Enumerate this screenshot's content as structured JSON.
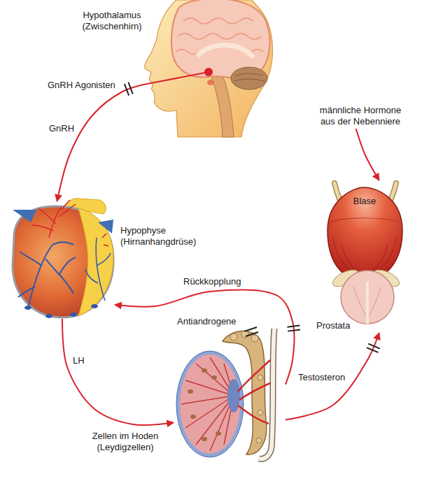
{
  "diagram": {
    "nodes": [
      {
        "text": [
          "Hypothalamus (Zwischenhirn)"
        ]
      },
      {
        "text": [
          "männliche Hormone aus der Nebenniere"
        ]
      },
      {
        "text": [
          "Blase",
          "Prostata"
        ]
      },
      {
        "text": [
          "Hypophyse (Hirnanhangdrüse)"
        ]
      },
      {
        "text": [
          "Zellen im Hoden (Leydigzellen)"
        ]
      }
    ],
    "edges": [
      {
        "from": 0,
        "to": 3,
        "label": "GnRH",
        "arrow": "to"
      },
      {
        "from": 3,
        "to": 4,
        "label": "LH",
        "arrow": "to"
      },
      {
        "from": 4,
        "to": 2,
        "label": "Testosteron",
        "arrow": "to"
      },
      {
        "from": 4,
        "to": 3,
        "label": "Rückkopplung",
        "arrow": "to"
      },
      {
        "from": 1,
        "to": 2,
        "arrow": "to"
      }
    ],
    "labels": [
      "GnRH Agonisten",
      "Antiandrogene"
    ]
  }
}
